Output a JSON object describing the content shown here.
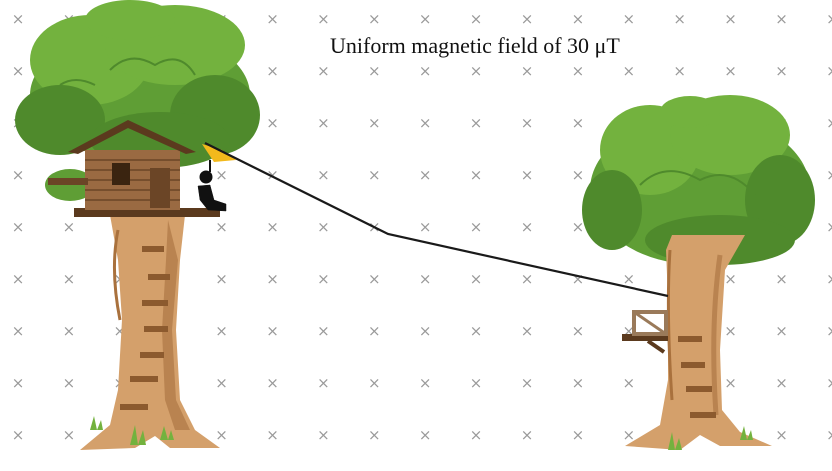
{
  "caption": "Uniform magnetic field of 30 μT",
  "field": {
    "symbol": "×",
    "direction": "into-page",
    "strength_uT": 30
  },
  "colors": {
    "foliage_dark": "#4f8a2c",
    "foliage_mid": "#5f9e35",
    "foliage_light": "#73b23e",
    "trunk": "#d4a06b",
    "trunk_shade": "#a9713d",
    "bark_strip": "#8c5a2e",
    "house": "#9a6a42",
    "house_dark": "#5b3a1e",
    "trolley": "#f2b91c",
    "cable": "#1a1a1a",
    "grid_mark": "#9a9a9a"
  }
}
